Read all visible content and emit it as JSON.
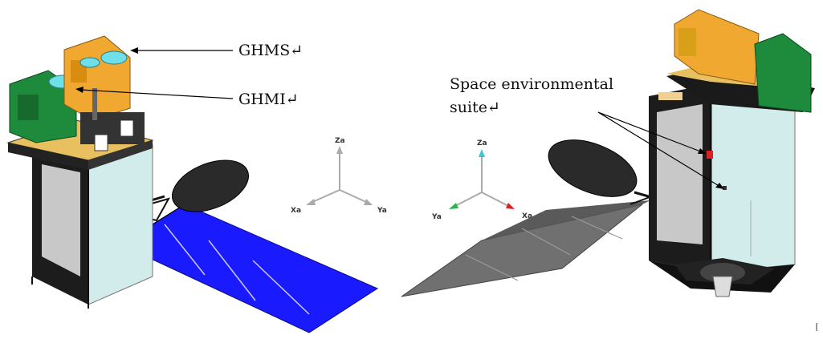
{
  "left_view": {
    "label_ghms": "GHMS↵",
    "label_ghmi": "GHMI↵"
  },
  "right_view": {
    "label_space_line1": "Space environmental",
    "label_space_line2": "suite↵"
  },
  "axes_left": {
    "z": "Za",
    "x": "Xa",
    "y": "Ya"
  },
  "axes_right": {
    "z": "Za",
    "y": "Ya",
    "x": "Xa"
  },
  "colors": {
    "panel_blue": "#1a1aff",
    "panel_gray": "#707070",
    "instrument_orange": "#f0a830",
    "instrument_green": "#1e8a3c",
    "instrument_cyan": "#6fe0ea",
    "body_lightblue": "#d2ecec",
    "antenna": "#2a2a2a",
    "axis_cyan": "#39c5d6",
    "axis_green": "#2fb34a",
    "axis_red": "#e02020"
  }
}
